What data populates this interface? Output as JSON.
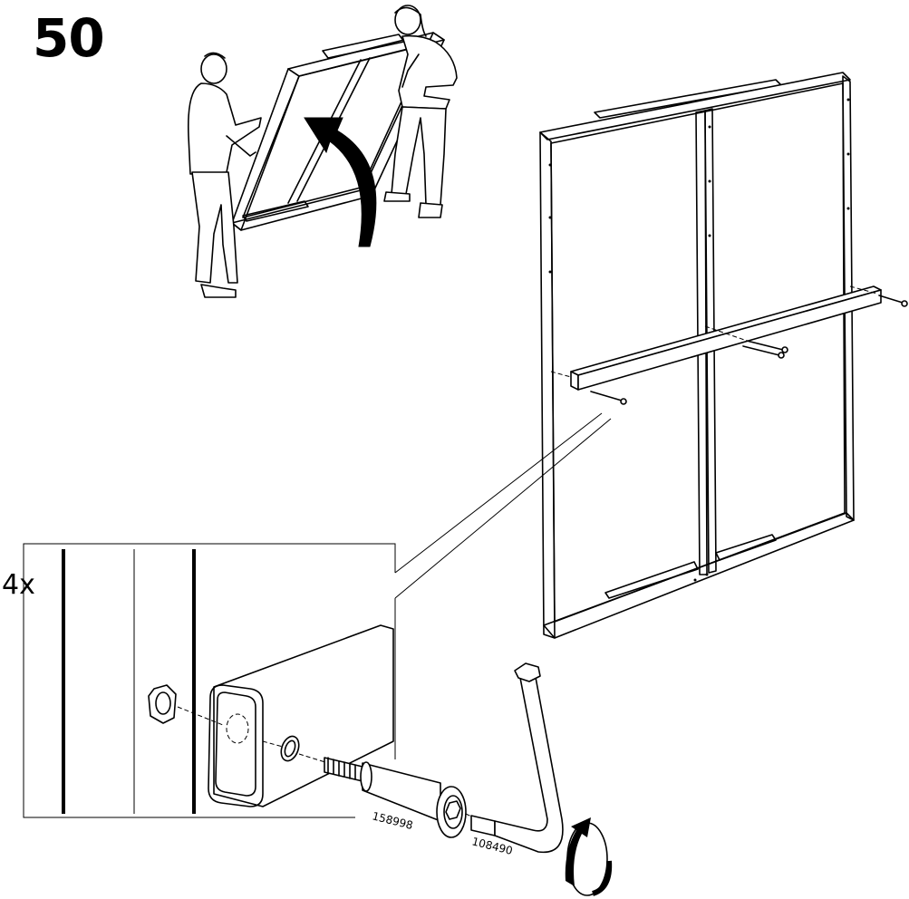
{
  "step": {
    "number": "50"
  },
  "detail": {
    "quantity": "4x"
  },
  "parts": [
    {
      "id": "bolt",
      "code": "158998"
    },
    {
      "id": "allen-key",
      "code": "108490"
    }
  ],
  "icons": [
    "rotate-arrow-icon",
    "clockwise-turn-icon",
    "hex-nut-icon"
  ]
}
